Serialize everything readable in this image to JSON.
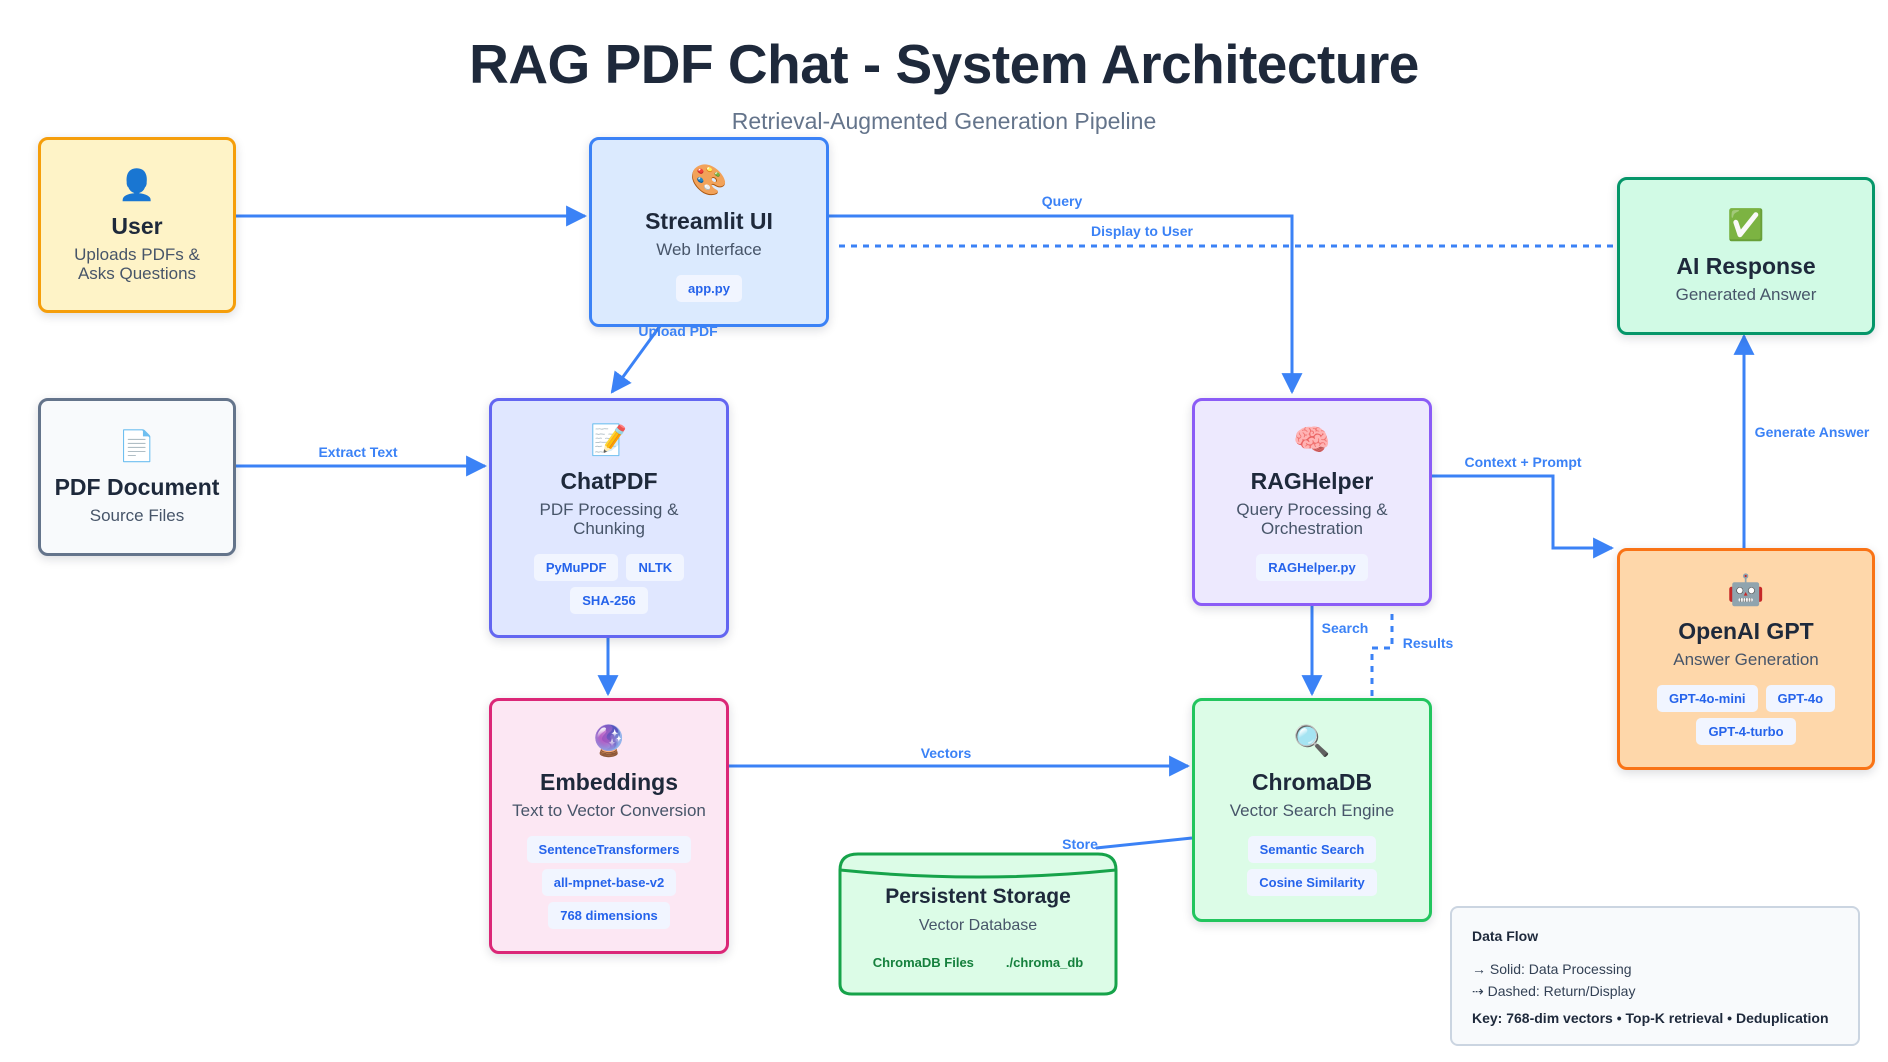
{
  "title": "RAG PDF Chat - System Architecture",
  "subtitle": "Retrieval-Augmented Generation Pipeline",
  "colors": {
    "edge": "#3b82f6",
    "user_bg": "#fef3c7",
    "user_border": "#f59e0b",
    "streamlit_bg": "#dbeafe",
    "streamlit_border": "#3b82f6",
    "pdf_bg": "#f8fafc",
    "pdf_border": "#64748b",
    "chatpdf_bg": "#e0e7ff",
    "chatpdf_border": "#6366f1",
    "embeddings_bg": "#fce7f3",
    "embeddings_border": "#db2777",
    "raghelper_bg": "#ede9fe",
    "raghelper_border": "#8b5cf6",
    "chromadb_bg": "#dcfce7",
    "chromadb_border": "#22c55e",
    "storage_bg": "#dcfce7",
    "storage_border": "#16a34a",
    "airesponse_bg": "#d1fae5",
    "airesponse_border": "#059669",
    "openai_bg": "#fed7aa",
    "openai_border": "#f97316"
  },
  "nodes": {
    "user": {
      "icon": "👤",
      "icon_name": "user-icon",
      "name": "User",
      "desc": "Uploads PDFs & Asks Questions"
    },
    "streamlit": {
      "icon": "🎨",
      "icon_name": "palette-icon",
      "name": "Streamlit UI",
      "desc": "Web Interface",
      "tags": [
        "app.py"
      ]
    },
    "pdf": {
      "icon": "📄",
      "icon_name": "document-icon",
      "name": "PDF Document",
      "desc": "Source Files"
    },
    "chatpdf": {
      "icon": "📝",
      "icon_name": "memo-icon",
      "name": "ChatPDF",
      "desc": "PDF Processing & Chunking",
      "tags": [
        "PyMuPDF",
        "NLTK",
        "SHA-256"
      ]
    },
    "embeddings": {
      "icon": "🔮",
      "icon_name": "crystal-ball-icon",
      "name": "Embeddings",
      "desc": "Text to Vector Conversion",
      "tags": [
        "SentenceTransformers",
        "all-mpnet-base-v2",
        "768 dimensions"
      ]
    },
    "raghelper": {
      "icon": "🧠",
      "icon_name": "brain-icon",
      "name": "RAGHelper",
      "desc": "Query Processing & Orchestration",
      "tags": [
        "RAGHelper.py"
      ]
    },
    "chromadb": {
      "icon": "🔍",
      "icon_name": "magnifier-icon",
      "name": "ChromaDB",
      "desc": "Vector Search Engine",
      "tags": [
        "Semantic Search",
        "Cosine Similarity"
      ]
    },
    "storage": {
      "name": "Persistent Storage",
      "desc": "Vector Database",
      "tags": [
        "ChromaDB Files",
        "./chroma_db"
      ]
    },
    "airesponse": {
      "icon": "✅",
      "icon_name": "check-mark-icon",
      "name": "AI Response",
      "desc": "Generated Answer"
    },
    "openai": {
      "icon": "🤖",
      "icon_name": "robot-icon",
      "name": "OpenAI GPT",
      "desc": "Answer Generation",
      "tags": [
        "GPT-4o-mini",
        "GPT-4o",
        "GPT-4-turbo"
      ]
    }
  },
  "edges": {
    "query": "Query",
    "display_to_user": "Display to User",
    "upload_pdf": "Upload PDF",
    "extract_text": "Extract Text",
    "context_prompt": "Context + Prompt",
    "generate_answer": "Generate Answer",
    "search": "Search",
    "results": "Results",
    "vectors": "Vectors",
    "store": "Store"
  },
  "legend": {
    "title": "Data Flow",
    "solid": "→ Solid: Data Processing",
    "dashed": "⇢ Dashed: Return/Display",
    "key": "Key: 768-dim vectors • Top-K retrieval • Deduplication"
  }
}
